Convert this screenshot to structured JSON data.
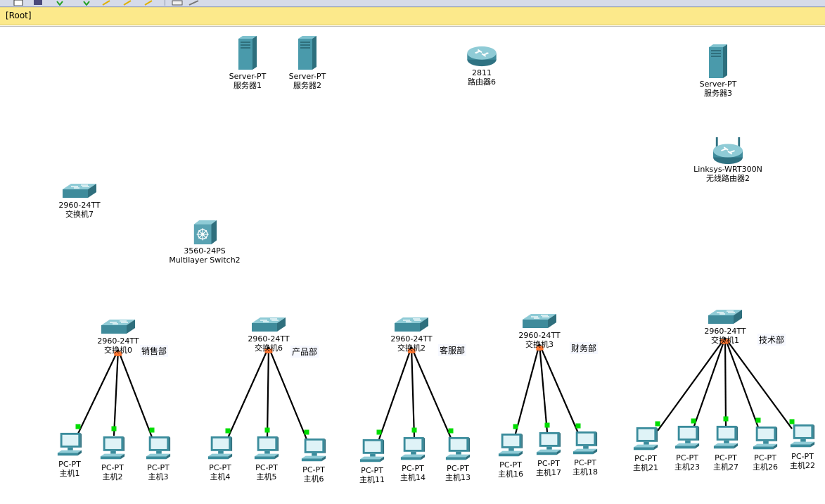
{
  "window": {
    "root_label": "[Root]"
  },
  "toolbar": {
    "icons": [
      "new-file-icon",
      "save-icon",
      "down-arrow-icon",
      "down-arrow-icon",
      "pencil-icon",
      "pencil-icon",
      "pencil-icon",
      "palette-icon",
      "drawing-icon"
    ]
  },
  "colors": {
    "link": "#000000",
    "link_up": "#00dd00",
    "switch_port": "#ff7733",
    "device_teal": "#3a8c9c",
    "rootbar": "#fce98b"
  },
  "devices": {
    "server1": {
      "model": "Server-PT",
      "name": "服务器1"
    },
    "server2": {
      "model": "Server-PT",
      "name": "服务器2"
    },
    "router6": {
      "model": "2811",
      "name": "路由器6"
    },
    "server3": {
      "model": "Server-PT",
      "name": "服务器3"
    },
    "wrouter2": {
      "model": "Linksys-WRT300N",
      "name": "无线路由器2"
    },
    "switch7": {
      "model": "2960-24TT",
      "name": "交换机7"
    },
    "mlswitch2": {
      "model": "3560-24PS",
      "name": "Multilayer Switch2"
    },
    "switch0": {
      "model": "2960-24TT",
      "name": "交换机0"
    },
    "switch6": {
      "model": "2960-24TT",
      "name": "交换机6"
    },
    "switch2": {
      "model": "2960-24TT",
      "name": "交换机2"
    },
    "switch3": {
      "model": "2960-24TT",
      "name": "交换机3"
    },
    "switch1": {
      "model": "2960-24TT",
      "name": "交换机1"
    },
    "pc1": {
      "model": "PC-PT",
      "name": "主机1"
    },
    "pc2": {
      "model": "PC-PT",
      "name": "主机2"
    },
    "pc3": {
      "model": "PC-PT",
      "name": "主机3"
    },
    "pc4": {
      "model": "PC-PT",
      "name": "主机4"
    },
    "pc5": {
      "model": "PC-PT",
      "name": "主机5"
    },
    "pc6": {
      "model": "PC-PT",
      "name": "主机6"
    },
    "pc11": {
      "model": "PC-PT",
      "name": "主机11"
    },
    "pc14": {
      "model": "PC-PT",
      "name": "主机14"
    },
    "pc13": {
      "model": "PC-PT",
      "name": "主机13"
    },
    "pc16": {
      "model": "PC-PT",
      "name": "主机16"
    },
    "pc17": {
      "model": "PC-PT",
      "name": "主机17"
    },
    "pc18": {
      "model": "PC-PT",
      "name": "主机18"
    },
    "pc21": {
      "model": "PC-PT",
      "name": "主机21"
    },
    "pc23": {
      "model": "PC-PT",
      "name": "主机23"
    },
    "pc27": {
      "model": "PC-PT",
      "name": "主机27"
    },
    "pc26": {
      "model": "PC-PT",
      "name": "主机26"
    },
    "pc22": {
      "model": "PC-PT",
      "name": "主机22"
    }
  },
  "departments": {
    "sales": "销售部",
    "product": "产品部",
    "service": "客服部",
    "finance": "财务部",
    "tech": "技术部"
  },
  "connections": [
    [
      "switch0",
      "pc1"
    ],
    [
      "switch0",
      "pc2"
    ],
    [
      "switch0",
      "pc3"
    ],
    [
      "switch6",
      "pc4"
    ],
    [
      "switch6",
      "pc5"
    ],
    [
      "switch6",
      "pc6"
    ],
    [
      "switch2",
      "pc11"
    ],
    [
      "switch2",
      "pc14"
    ],
    [
      "switch2",
      "pc13"
    ],
    [
      "switch3",
      "pc16"
    ],
    [
      "switch3",
      "pc17"
    ],
    [
      "switch3",
      "pc18"
    ],
    [
      "switch1",
      "pc21"
    ],
    [
      "switch1",
      "pc23"
    ],
    [
      "switch1",
      "pc27"
    ],
    [
      "switch1",
      "pc26"
    ],
    [
      "switch1",
      "pc22"
    ]
  ]
}
